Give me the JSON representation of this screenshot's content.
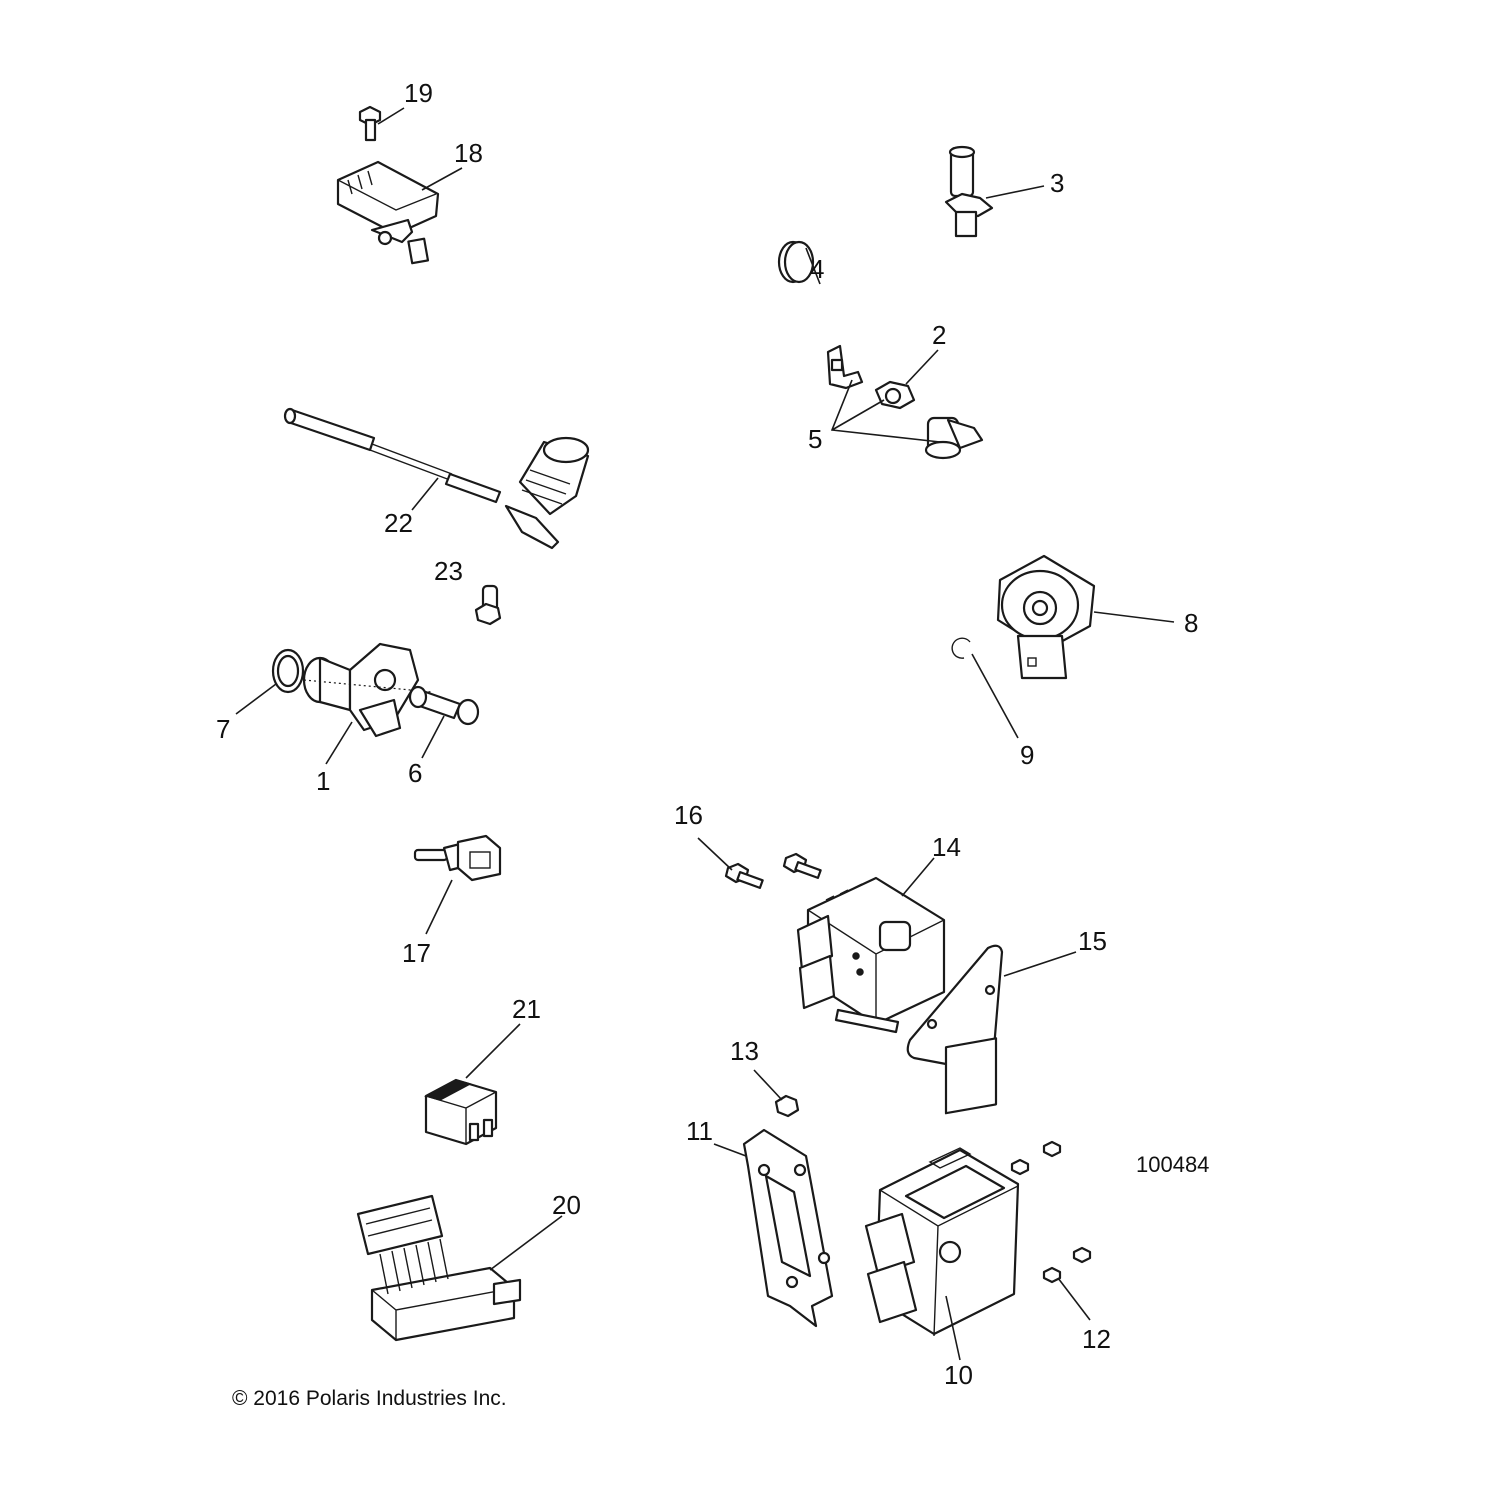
{
  "copyright": "© 2016 Polaris Industries Inc.",
  "figure_id": "100484",
  "callouts": [
    "1",
    "2",
    "3",
    "4",
    "5",
    "6",
    "7",
    "8",
    "9",
    "10",
    "11",
    "12",
    "13",
    "14",
    "15",
    "16",
    "17",
    "18",
    "19",
    "20",
    "21",
    "22",
    "23"
  ],
  "colors": {
    "line": "#1a1a1a",
    "background": "#ffffff"
  }
}
